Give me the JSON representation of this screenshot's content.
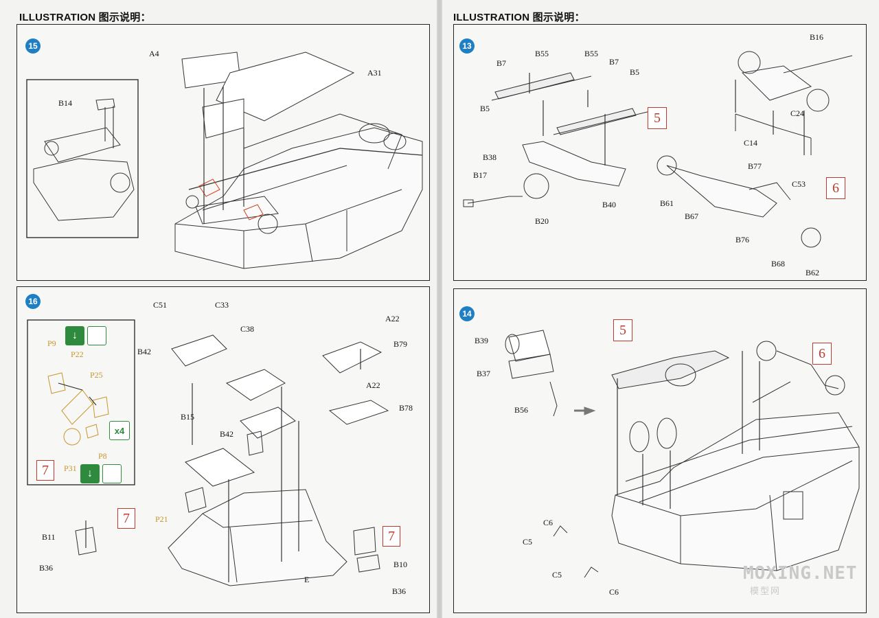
{
  "header": {
    "left": "ILLUSTRATION 图示说明：",
    "right": "ILLUSTRATION 图示说明："
  },
  "steps": {
    "s15": {
      "number": "15",
      "labels": {
        "a4": "A4",
        "a31": "A31",
        "b14": "B14"
      }
    },
    "s16": {
      "number": "16",
      "labels": {
        "c51": "C51",
        "c33": "C33",
        "c38": "C38",
        "b42a": "B42",
        "b42b": "B42",
        "b15": "B15",
        "a22a": "A22",
        "b79": "B79",
        "a22b": "A22",
        "b78": "B78",
        "b11": "B11",
        "b36a": "B36",
        "b36b": "B36",
        "b10": "B10",
        "e": "E",
        "p21": "P21",
        "p9": "P9",
        "p22": "P22",
        "p25": "P25",
        "p8": "P8",
        "p31": "P31",
        "x4": "x4"
      },
      "refs": {
        "inset": "7",
        "mid": "7",
        "right": "7"
      }
    },
    "s13": {
      "number": "13",
      "labels": {
        "b7a": "B7",
        "b55a": "B55",
        "b55b": "B55",
        "b7b": "B7",
        "b5a": "B5",
        "b5b": "B5",
        "b16": "B16",
        "c24": "C24",
        "c14": "C14",
        "c53": "C53",
        "b38": "B38",
        "b17": "B17",
        "b20": "B20",
        "b40": "B40",
        "b77": "B77",
        "b61": "B61",
        "b67": "B67",
        "b76": "B76",
        "b68": "B68",
        "b62": "B62"
      },
      "refs": {
        "r5": "5",
        "r6": "6"
      }
    },
    "s14": {
      "number": "14",
      "labels": {
        "b39": "B39",
        "b37": "B37",
        "b56": "B56",
        "c6a": "C6",
        "c5a": "C5",
        "c5b": "C5",
        "c6b": "C6"
      },
      "refs": {
        "r5": "5",
        "r6": "6"
      }
    }
  },
  "watermark": {
    "line1": "MOXING.NET",
    "line2": "模型网"
  },
  "colors": {
    "badge": "#1f7fc4",
    "ref_red": "#c0392b",
    "pe_gold": "#c8962c",
    "icon_green": "#2e8b3e"
  }
}
